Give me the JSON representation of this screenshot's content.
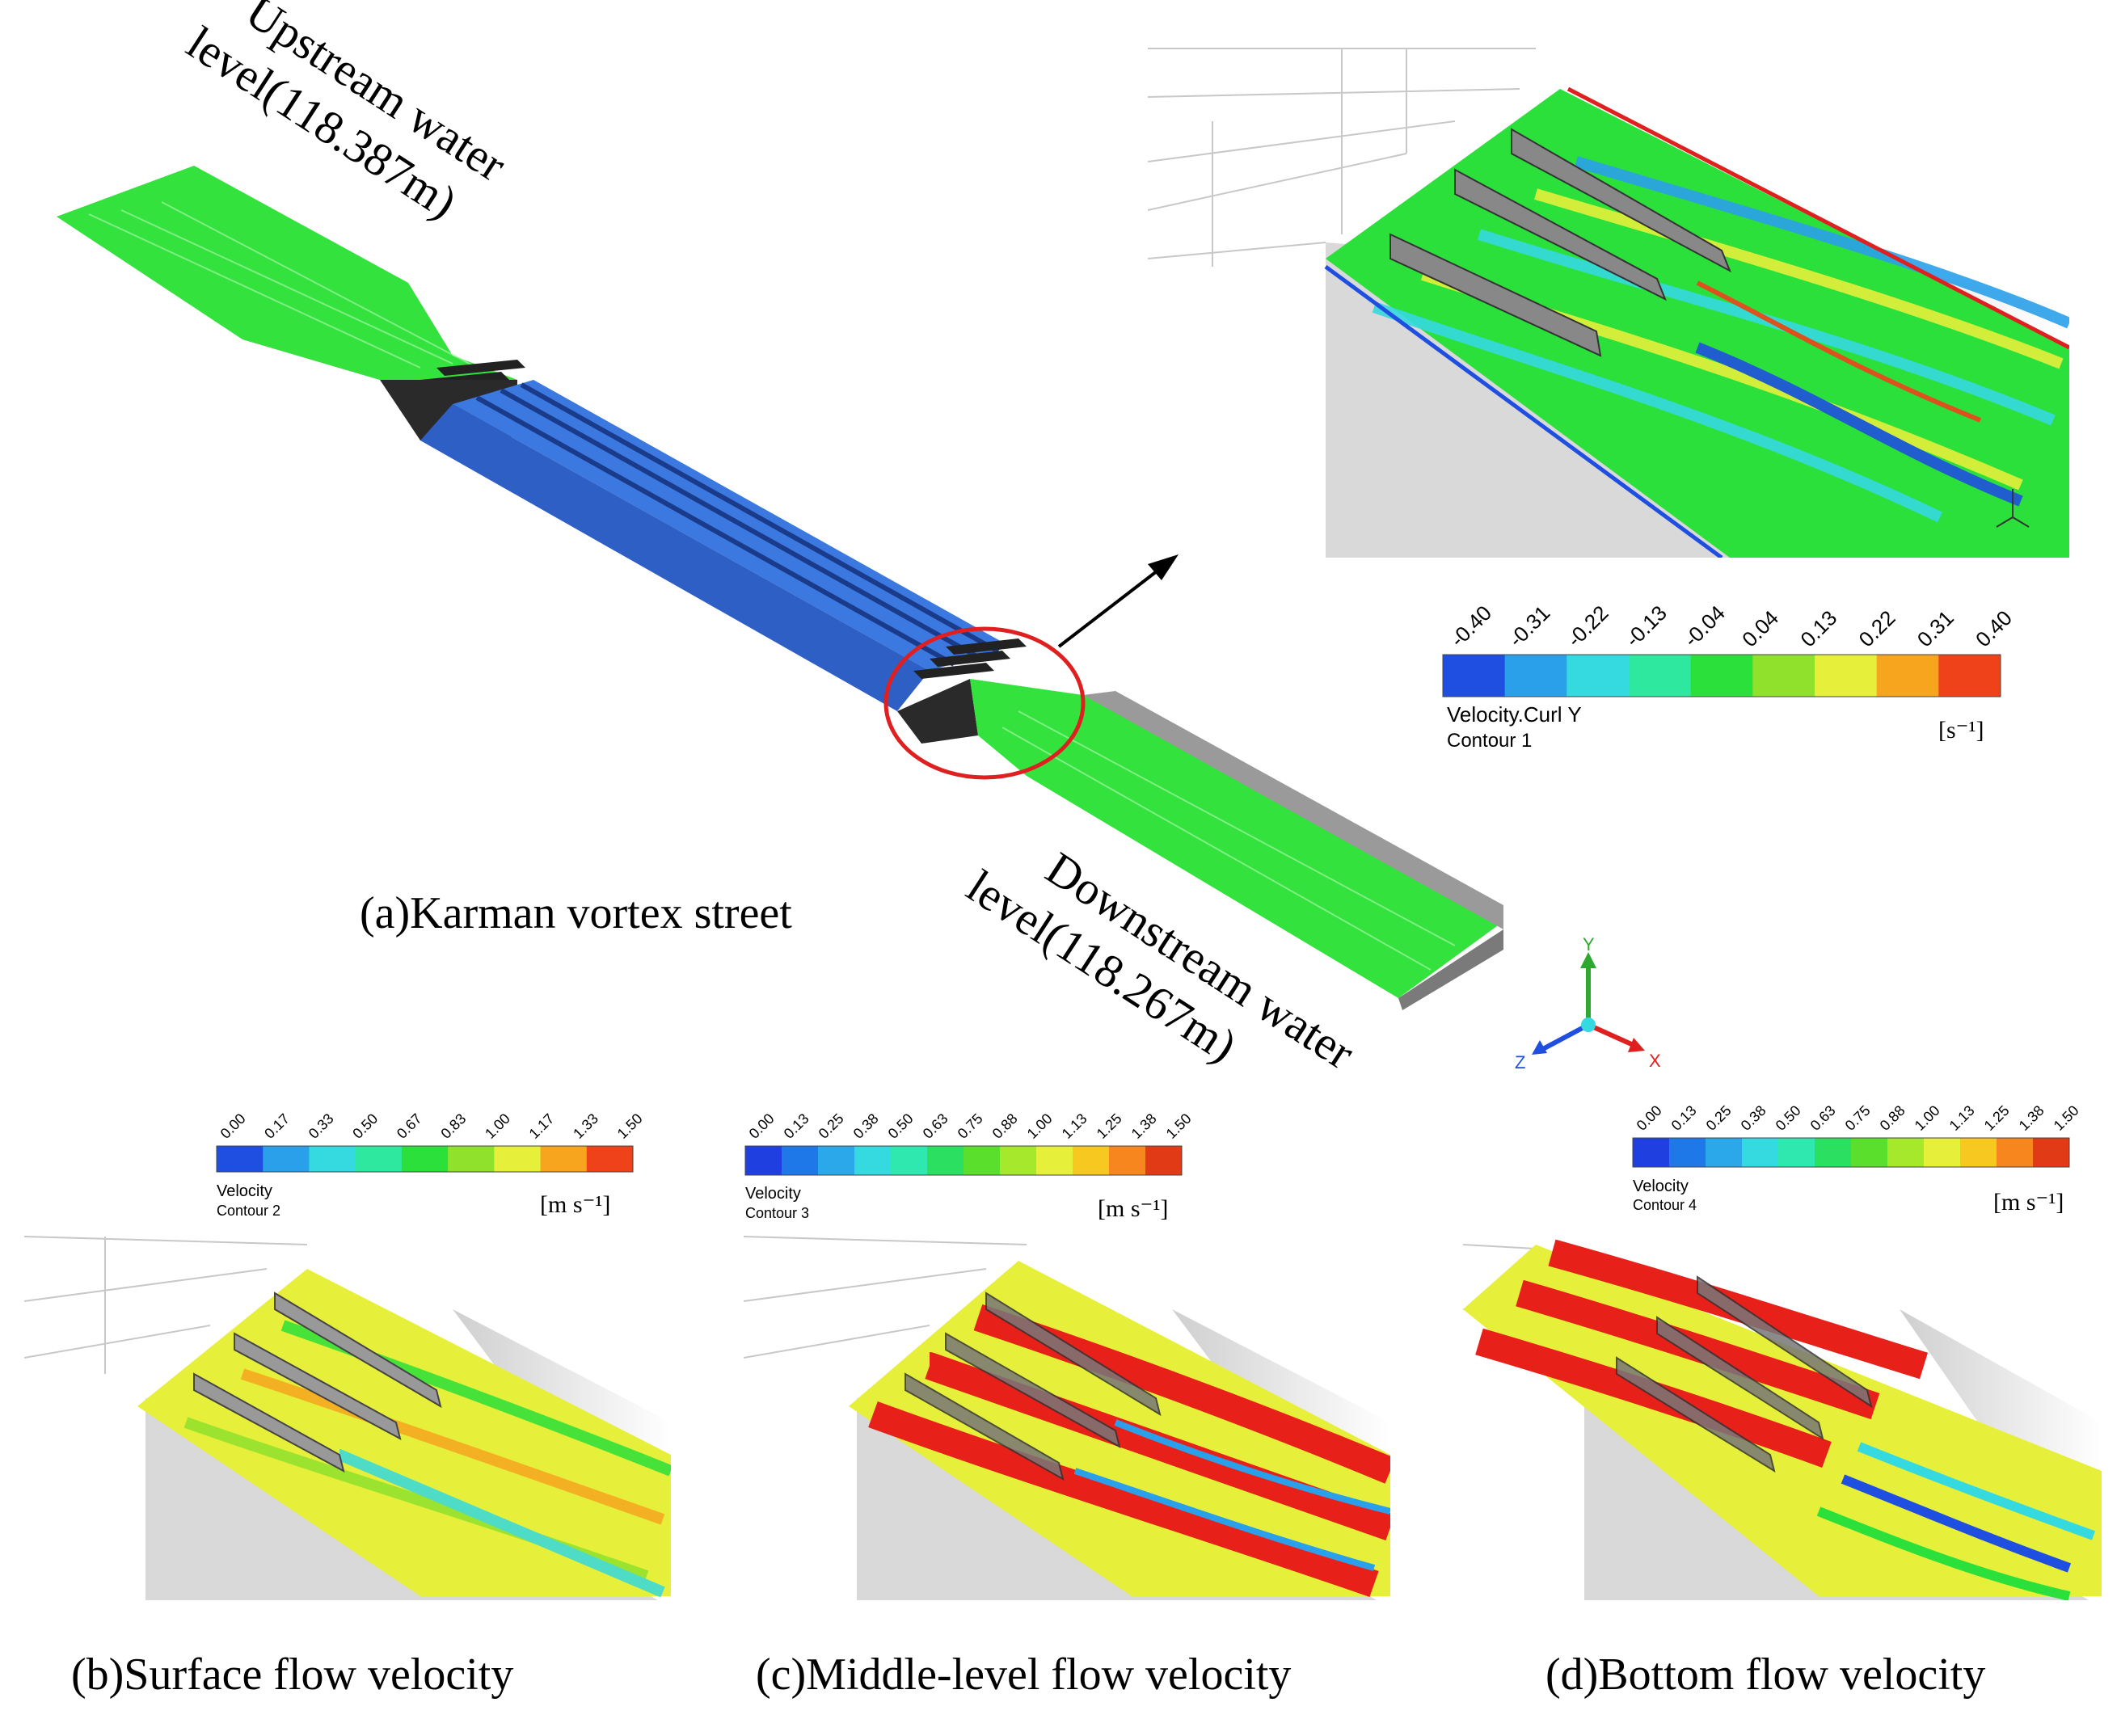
{
  "labels": {
    "upstream_line1": "Upstream water",
    "upstream_line2": "level(118.387m)",
    "downstream_line1": "Downstream water",
    "downstream_line2": "level(118.267m)",
    "caption_a": "(a)Karman vortex street",
    "caption_b": "(b)Surface flow velocity",
    "caption_c": "(c)Middle-level flow velocity",
    "caption_d": "(d)Bottom flow velocity"
  },
  "axes": {
    "y": "Y",
    "x": "X",
    "z": "Z"
  },
  "legends": {
    "curl": {
      "variable": "Velocity.Curl Y",
      "contour": "Contour 1",
      "unit": "[s⁻¹]",
      "ticks": [
        "-0.40",
        "-0.31",
        "-0.22",
        "-0.13",
        "-0.04",
        "0.04",
        "0.13",
        "0.22",
        "0.31",
        "0.40"
      ]
    },
    "b": {
      "variable": "Velocity",
      "contour": "Contour 2",
      "unit": "[m s⁻¹]",
      "ticks": [
        "0.00",
        "0.17",
        "0.33",
        "0.50",
        "0.67",
        "0.83",
        "1.00",
        "1.17",
        "1.33",
        "1.50"
      ]
    },
    "c": {
      "variable": "Velocity",
      "contour": "Contour 3",
      "unit": "[m s⁻¹]",
      "ticks": [
        "0.00",
        "0.13",
        "0.25",
        "0.38",
        "0.50",
        "0.63",
        "0.75",
        "0.88",
        "1.00",
        "1.13",
        "1.25",
        "1.38",
        "1.50"
      ]
    },
    "d": {
      "variable": "Velocity",
      "contour": "Contour 4",
      "unit": "[m s⁻¹]",
      "ticks": [
        "0.00",
        "0.13",
        "0.25",
        "0.38",
        "0.50",
        "0.63",
        "0.75",
        "0.88",
        "1.00",
        "1.13",
        "1.25",
        "1.38",
        "1.50"
      ]
    }
  },
  "colors": {
    "palette9": [
      "#1f4fe0",
      "#2aa0ea",
      "#35d9e0",
      "#2ee8a0",
      "#2be03a",
      "#8fe12c",
      "#e6f03a",
      "#f7a51f",
      "#f0421a"
    ],
    "palette12": [
      "#1f3fe0",
      "#1f78e8",
      "#2aa8ea",
      "#35d9e0",
      "#2ee8b0",
      "#2be060",
      "#5ae02c",
      "#a6e82c",
      "#e6f03a",
      "#f7c81f",
      "#f7861f",
      "#e03a16"
    ],
    "channel_green": "#33e23c",
    "channel_blue": "#3b78e0",
    "wall_gray": "#a8a8a8",
    "circle_red": "#e02020"
  }
}
